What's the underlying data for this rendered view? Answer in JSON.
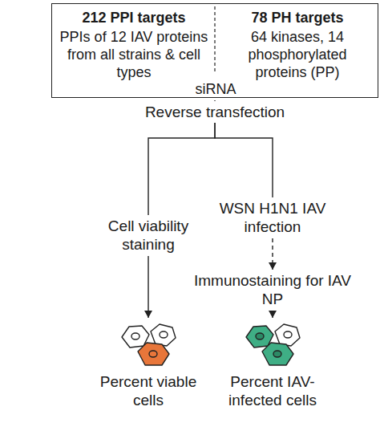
{
  "diagram": {
    "nodes": [
      {
        "text": [
          "212 PPI targets",
          "PPIs of 12 IAV proteins from all strains & cell types",
          "78 PH targets",
          "64 kinases, 14 phosphorylated proteins (PP)",
          "siRNA"
        ]
      },
      {
        "text": [
          "Reverse transfection"
        ]
      },
      {
        "text": [
          "Cell viability staining"
        ]
      },
      {
        "text": [
          "WSN H1N1 IAV infection"
        ]
      },
      {
        "text": [
          "Immunostaining for IAV NP"
        ]
      },
      {
        "text": [
          "Percent viable cells"
        ]
      },
      {
        "text": [
          "Percent IAV-infected cells"
        ]
      }
    ],
    "edges": [
      {
        "from": 0,
        "to": 1,
        "arrow": "none"
      },
      {
        "from": 1,
        "to": 2,
        "arrow": "none"
      },
      {
        "from": 1,
        "to": 3,
        "arrow": "none"
      },
      {
        "from": 3,
        "to": 4,
        "arrow": "to"
      },
      {
        "from": 2,
        "to": 5,
        "arrow": "to"
      },
      {
        "from": 4,
        "to": 6,
        "arrow": "to"
      }
    ]
  }
}
